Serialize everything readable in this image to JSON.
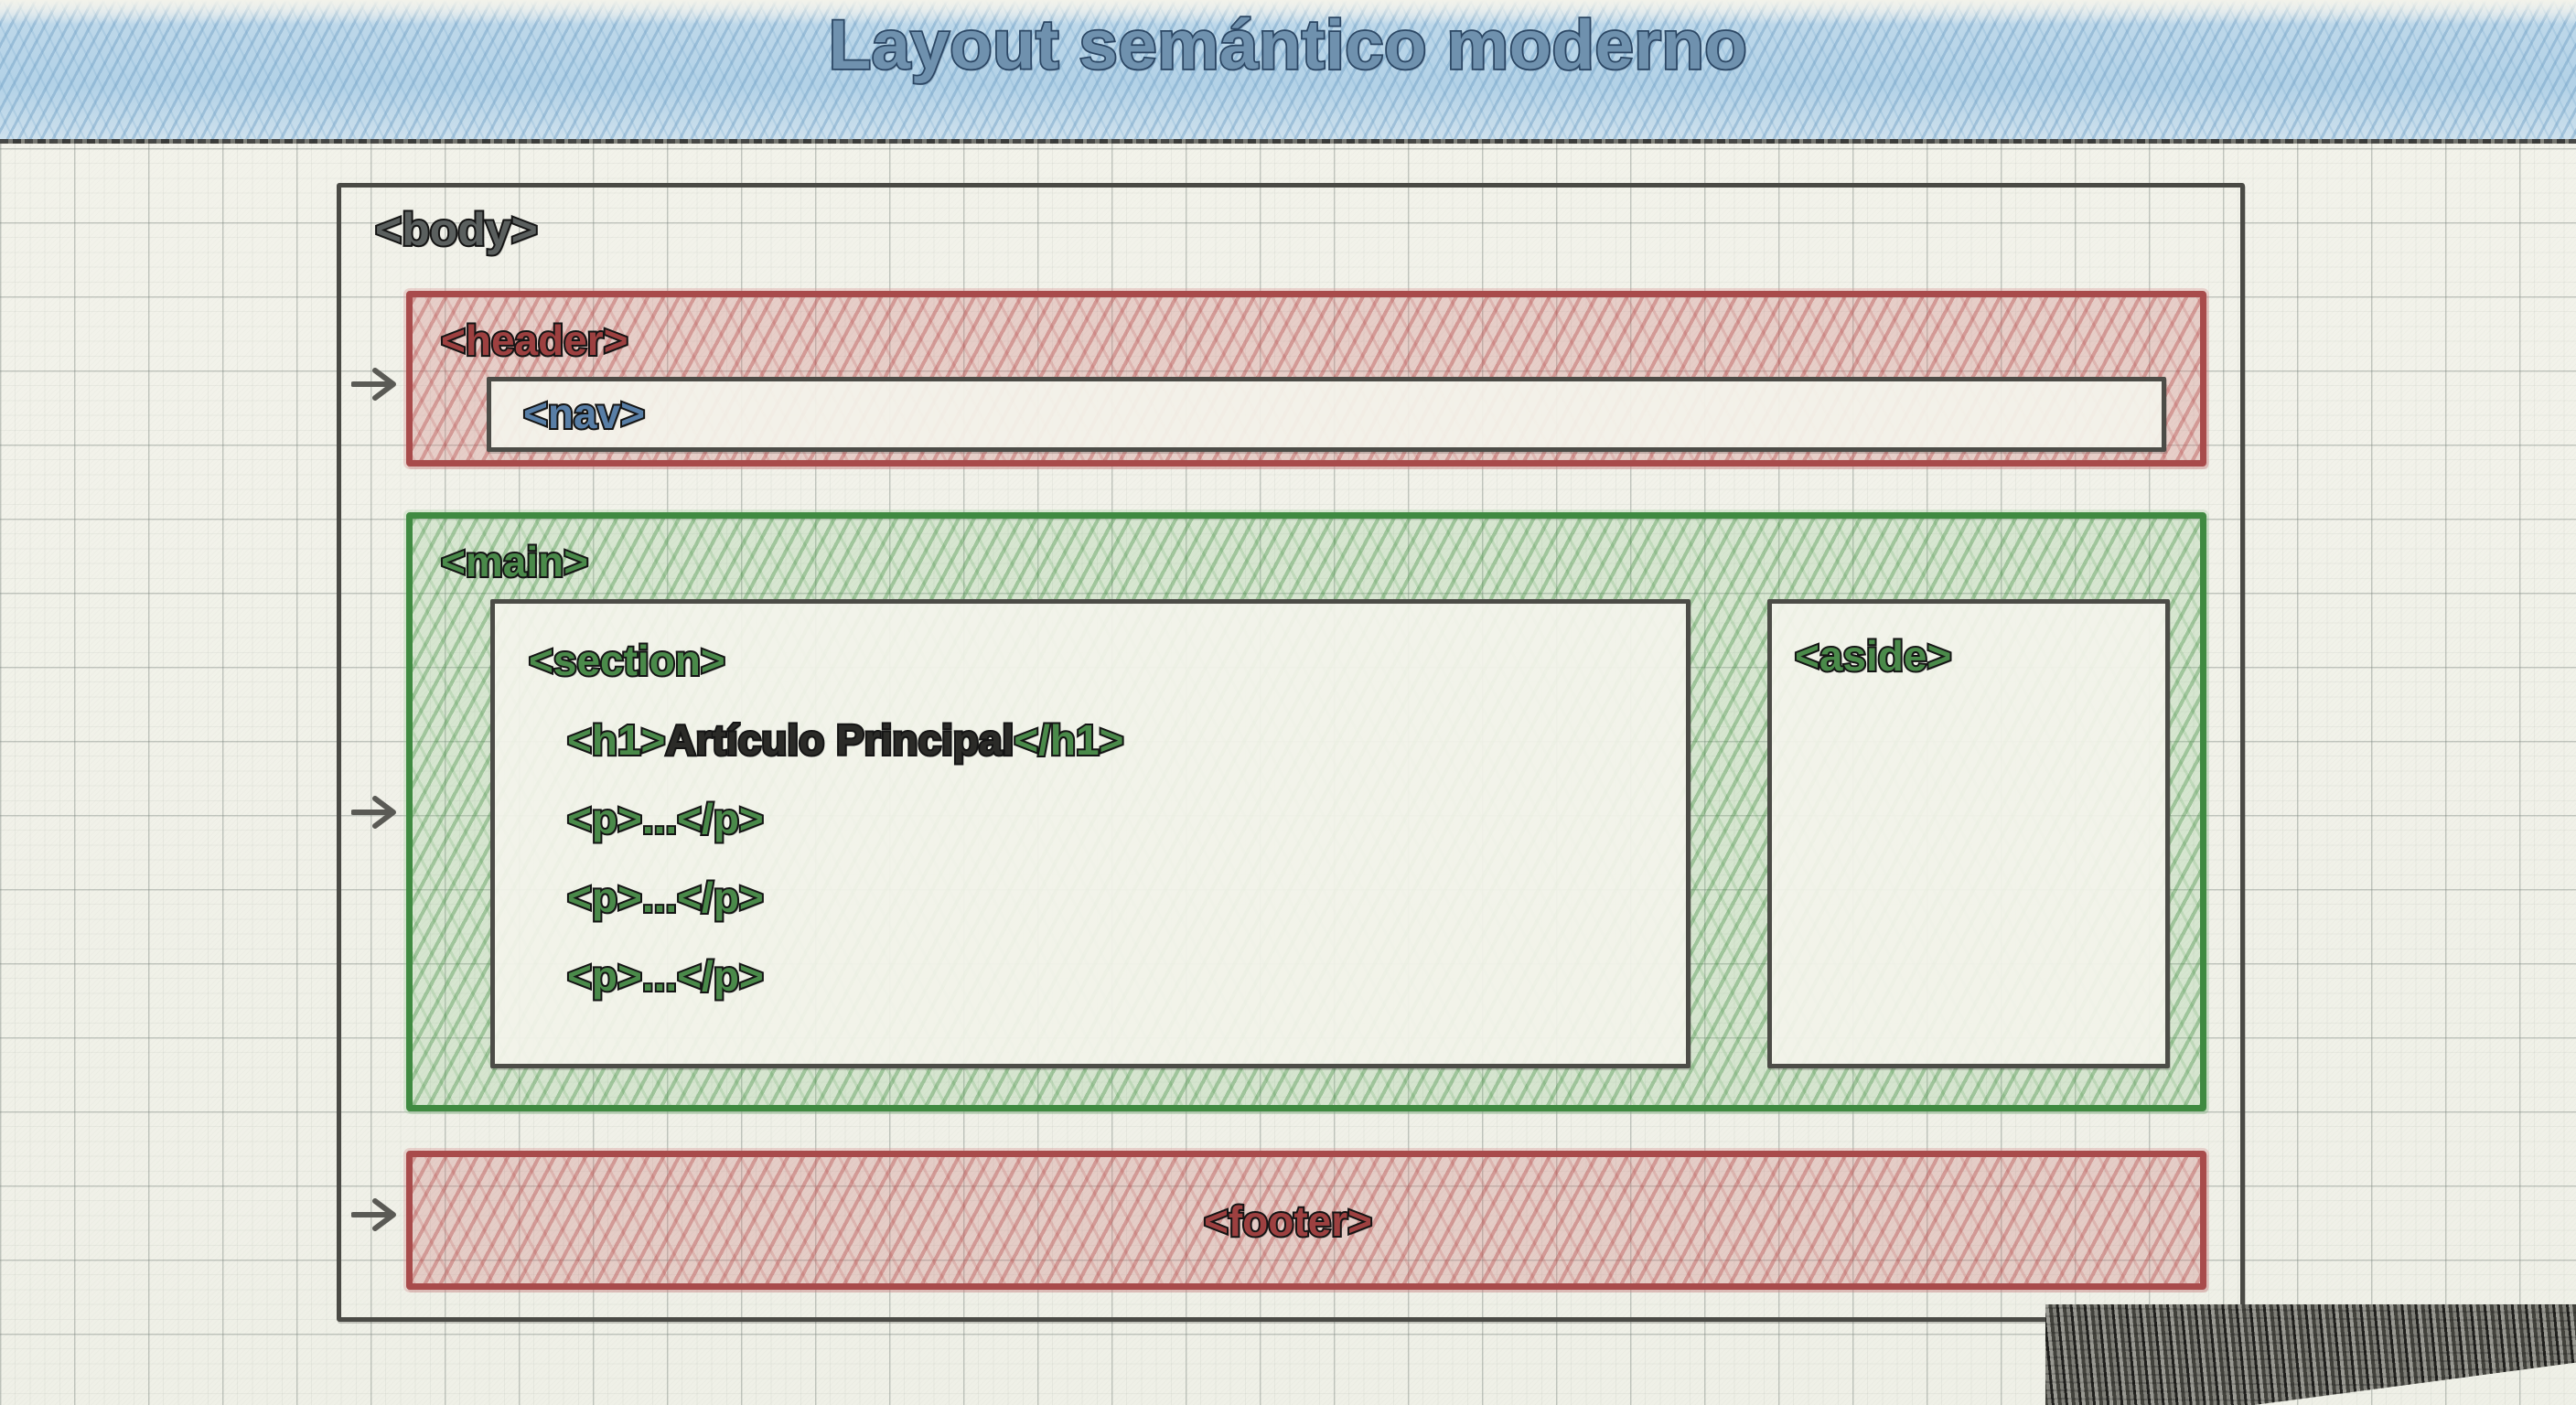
{
  "banner": {
    "title": "Layout semántico moderno",
    "title_color": "#6f91ae",
    "title_outline_color": "#2b4663"
  },
  "diagram": {
    "body": {
      "label": "<body>",
      "color": "#5a5f5e"
    },
    "header": {
      "label": "<header>",
      "color": "#9d4040",
      "nav": {
        "label": "<nav>",
        "color": "#587ea6"
      }
    },
    "main": {
      "label": "<main>",
      "color": "#4a8a4a",
      "section": {
        "label": "<section>",
        "color": "#4a8a4a",
        "lines": [
          {
            "open_tag": "<h1>",
            "text": "Artículo Principal",
            "close_tag": "</h1>"
          },
          {
            "open_tag": "<p>",
            "text": "...",
            "close_tag": "</p>"
          },
          {
            "open_tag": "<p>",
            "text": "...",
            "close_tag": "</p>"
          },
          {
            "open_tag": "<p>",
            "text": "...",
            "close_tag": "</p>"
          }
        ]
      },
      "aside": {
        "label": "<aside>",
        "color": "#4a8a4a"
      }
    },
    "footer": {
      "label": "<footer>",
      "color": "#9d4040"
    },
    "arrows": [
      {
        "name": "arrow-to-header"
      },
      {
        "name": "arrow-to-main"
      },
      {
        "name": "arrow-to-footer"
      }
    ]
  }
}
